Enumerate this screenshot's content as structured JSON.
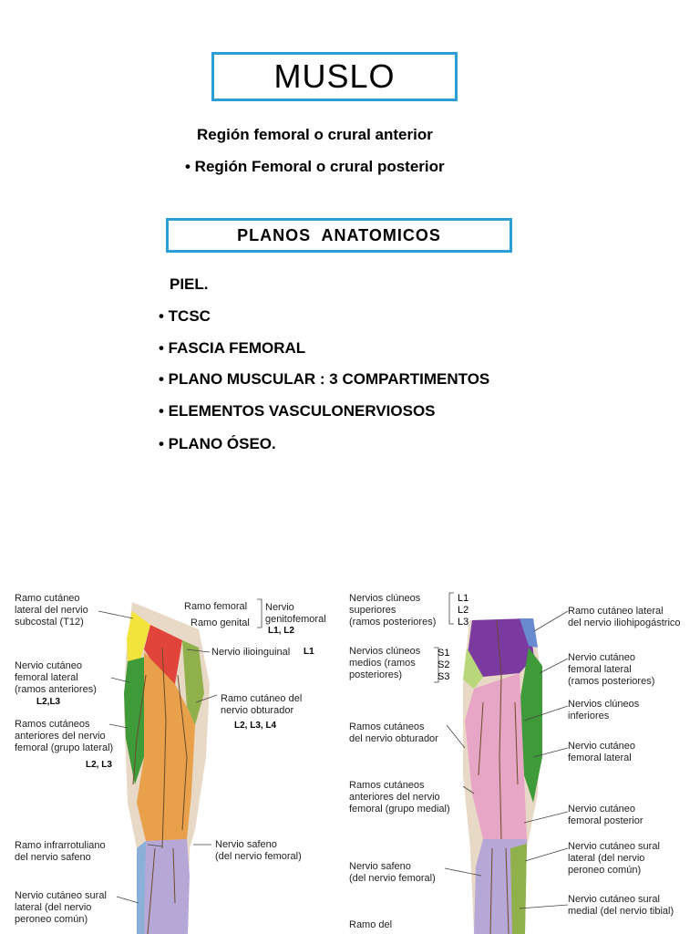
{
  "slide": {
    "title": "MUSLO",
    "regions": [
      "Región femoral o crural anterior",
      "• Región Femoral o crural posterior"
    ],
    "planos_title": "PLANOS  ANATOMICOS",
    "planos_items": [
      "PIEL.",
      "• TCSC",
      "• FASCIA FEMORAL",
      "• PLANO MUSCULAR : 3 COMPARTIMENTOS",
      "• ELEMENTOS VASCULONERVIOSOS",
      "• PLANO ÓSEO."
    ]
  },
  "anterior_figure": {
    "labels": {
      "subcostal": "Ramo cutáneo\nlateral del nervio\nsubcostal (T12)",
      "femoral_branch": "Ramo femoral",
      "genital_branch": "Ramo genital",
      "genitofemoral": "Nervio\ngenitofemoral",
      "genitofemoral_seg": "L1, L2",
      "ilioinguinal": "Nervio ilioinguinal",
      "ilioinguinal_seg": "L1",
      "lateral_femoral": "Nervio cutáneo\nfemoral lateral\n(ramos anteriores)",
      "lateral_femoral_seg": "L2,L3",
      "obturator": "Ramo cutáneo del\nnervio obturador",
      "obturator_seg": "L2, L3, L4",
      "anterior_femoral": "Ramos cutáneos\nanteriores del nervio\nfemoral (grupo lateral)",
      "anterior_femoral_seg": "L2, L3",
      "infrapatellar": "Ramo infrarrotuliano\ndel nervio safeno",
      "saphenous": "Nervio safeno\n(del nervio femoral)",
      "sural_lateral": "Nervio cutáneo sural\nlateral (del nervio\nperoneo común)"
    }
  },
  "posterior_figure": {
    "labels": {
      "cluneal_sup": "Nervios clúneos\nsuperiores\n(ramos posteriores)",
      "cluneal_sup_seg": "L1\nL2\nL3",
      "iliohypogastric": "Ramo cutáneo lateral\ndel nervio iliohipogástrico",
      "cluneal_mid": "Nervios clúneos\nmedios (ramos\nposteriores)",
      "cluneal_mid_seg": "S1\nS2\nS3",
      "lateral_femoral_post": "Nervio cutáneo\nfemoral lateral\n(ramos posteriores)",
      "cluneal_inf": "Nervios clúneos\ninferiores",
      "obturator_post": "Ramos cutáneos\ndel nervio obturador",
      "lateral_femoral2": "Nervio cutáneo\nfemoral lateral",
      "anterior_femoral_medial": "Ramos cutáneos\nanteriores del nervio\nfemoral (grupo medial)",
      "femoral_posterior": "Nervio cutáneo\nfemoral posterior",
      "saphenous_post": "Nervio safeno\n(del nervio femoral)",
      "sural_lateral_post": "Nervio cutáneo sural\nlateral (del nervio\nperoneo común)",
      "sural_medial": "Nervio cutáneo sural\nmedial (del nervio tibial)",
      "ramo_del": "Ramo del"
    }
  },
  "colors": {
    "accent_border": "#2a9fd6",
    "yellow": "#f2e43a",
    "red": "#e0443a",
    "orange": "#e8a04a",
    "green": "#3f9a3a",
    "lightgreen": "#b9d77a",
    "purple": "#7a3aa0",
    "pink": "#e8a6c6",
    "lavender": "#b6a8d6"
  }
}
